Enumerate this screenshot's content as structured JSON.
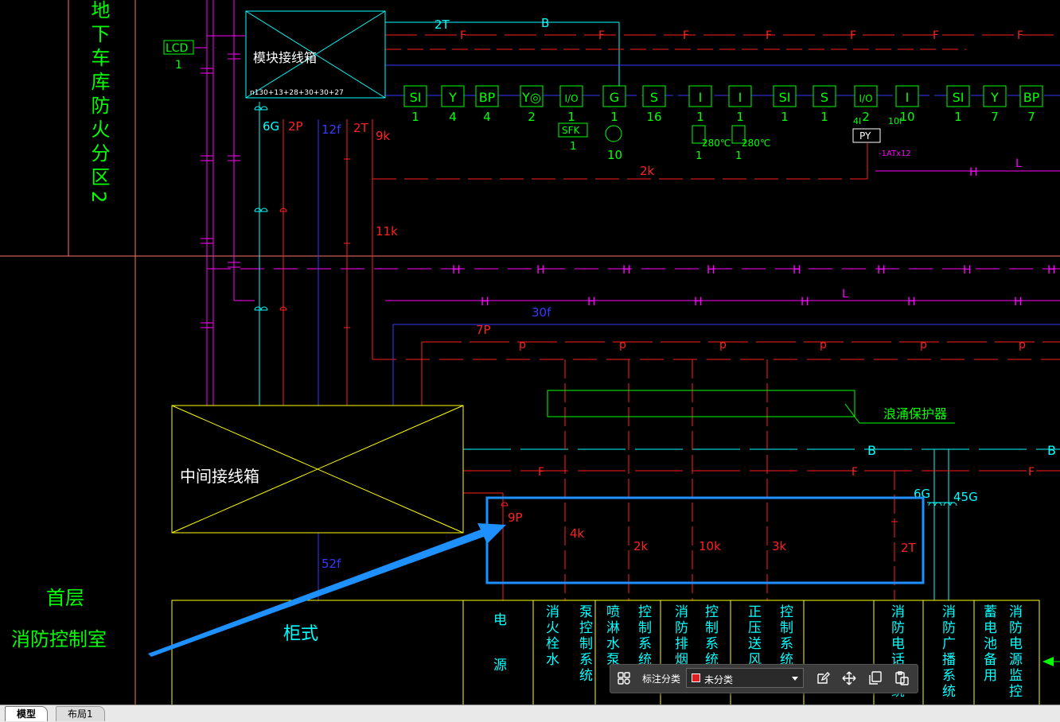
{
  "drawing": {
    "zone_title": "地下车库防火分区2",
    "lcd_label": "LCD",
    "lcd_count": "1",
    "module_box_title": "模块接线箱",
    "module_box_spec": "n130+13+28+30+30+27",
    "mid_box_title": "中间接线箱",
    "surge_protector": "浪涌保护器",
    "room_floor": "首层",
    "room_name": "消防控制室",
    "cabinet_label": "柜式",
    "cabinet_columns": [
      "电源",
      "消火栓水泵控制系统",
      "喷淋水泵控制系统",
      "消防排烟控制系统",
      "正压送风控制系统",
      "",
      "消防电话系统",
      "消防广播系统",
      "蓄电池备用",
      "消防电源监控"
    ],
    "line_labels": {
      "b": "B",
      "f": "F",
      "h": "H",
      "p": "p",
      "l": "L",
      "2T": "2T",
      "6G": "6G",
      "2P": "2P",
      "12f": "12f",
      "9k": "9k",
      "11k": "11k",
      "2k": "2k",
      "30f": "30f",
      "7P": "7P",
      "52f": "52f",
      "9P": "9P",
      "4k": "4k",
      "10k": "10k",
      "3k": "3k",
      "45G": "45G",
      "10f": "10f",
      "PY": "PY",
      "PY_spec": "-1ATx12",
      "SFK": "SFK",
      "temp_a": "280℃",
      "temp_b": "280℃",
      "4l": "4l"
    },
    "devices": [
      {
        "sym": "SI",
        "n": "1"
      },
      {
        "sym": "Y",
        "n": "4"
      },
      {
        "sym": "BP",
        "n": "4"
      },
      {
        "sym": "Y◎",
        "n": "2"
      },
      {
        "sym": "I/O",
        "n": "1"
      },
      {
        "sym": "G",
        "n": "1"
      },
      {
        "sym": "S",
        "n": "16"
      },
      {
        "sym": "I",
        "n": "1"
      },
      {
        "sym": "I",
        "n": "1"
      },
      {
        "sym": "SI",
        "n": "1"
      },
      {
        "sym": "S",
        "n": "1"
      },
      {
        "sym": "I/O",
        "n": "2"
      },
      {
        "sym": "I",
        "n": "10"
      },
      {
        "sym": "SI",
        "n": "1"
      },
      {
        "sym": "Y",
        "n": "7"
      },
      {
        "sym": "BP",
        "n": "7"
      }
    ],
    "sub_counts": {
      "sfk": "1",
      "speaker": "10",
      "temp_a": "1",
      "temp_b": "1"
    }
  },
  "toolbar": {
    "label": "标注分类",
    "selected": "未分类",
    "selected_color": "#e02020",
    "icons": [
      "category-grid-icon",
      "edit-icon",
      "move-icon",
      "copy-icon",
      "paste-icon"
    ]
  },
  "tabs": {
    "model": "模型",
    "layout": "布局1"
  },
  "colors": {
    "background": "#000000",
    "cyan": "#00ffff",
    "red": "#ff2020",
    "magenta": "#ff00ff",
    "blue": "#3a3aff",
    "green": "#00ff00",
    "yellow": "#ffff00",
    "pink": "#ff8080",
    "annotation": "#1e90ff"
  }
}
